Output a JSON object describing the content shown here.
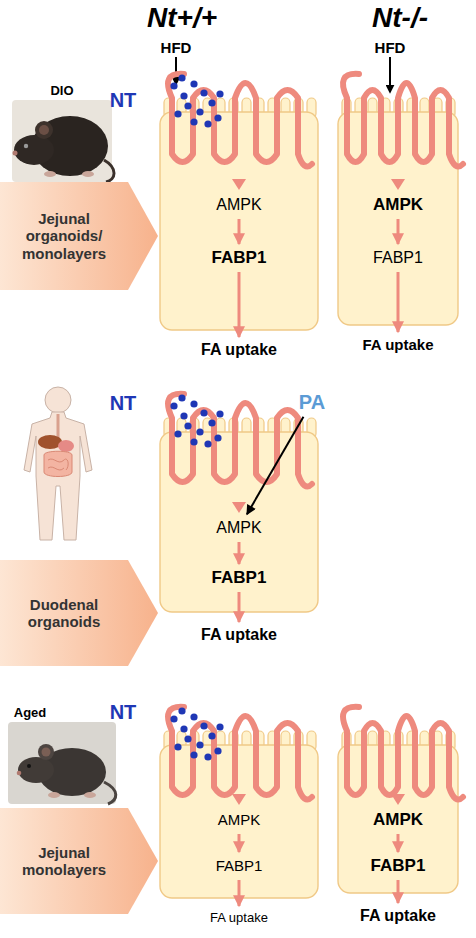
{
  "diagram": {
    "nodes": [
      {
        "text": [
          "Jejunal organoids/ monolayers"
        ]
      },
      {
        "text": [
          "AMPK"
        ]
      },
      {
        "text": [
          "FABP1"
        ]
      },
      {
        "text": [
          "FA uptake"
        ]
      },
      {
        "text": [
          "AMPK"
        ]
      },
      {
        "text": [
          "FABP1"
        ]
      },
      {
        "text": [
          "FA uptake"
        ]
      },
      {
        "text": [
          "Duodenal organoids"
        ]
      },
      {
        "text": [
          "PA"
        ]
      },
      {
        "text": [
          "AMPK"
        ]
      },
      {
        "text": [
          "FABP1"
        ]
      },
      {
        "text": [
          "FA uptake"
        ]
      },
      {
        "text": [
          "Jejunal monolayers"
        ]
      },
      {
        "text": [
          "AMPK"
        ]
      },
      {
        "text": [
          "FABP1"
        ]
      },
      {
        "text": [
          "FA uptake"
        ]
      },
      {
        "text": [
          "AMPK"
        ]
      },
      {
        "text": [
          "FABP1"
        ]
      },
      {
        "text": [
          "FA uptake"
        ]
      }
    ],
    "edges": [
      {
        "from": 1,
        "to": 2,
        "arrow": "to"
      },
      {
        "from": 2,
        "to": 3,
        "arrow": "to"
      },
      {
        "from": 4,
        "to": 5,
        "arrow": "to"
      },
      {
        "from": 5,
        "to": 6,
        "arrow": "to"
      },
      {
        "from": 8,
        "to": 9,
        "arrow": "to"
      },
      {
        "from": 9,
        "to": 10,
        "arrow": "to"
      },
      {
        "from": 10,
        "to": 11,
        "arrow": "to"
      },
      {
        "from": 13,
        "to": 14,
        "arrow": "to"
      },
      {
        "from": 14,
        "to": 15,
        "arrow": "to"
      },
      {
        "from": 16,
        "to": 17,
        "arrow": "to"
      },
      {
        "from": 17,
        "to": 18,
        "arrow": "to"
      }
    ],
    "labels": [
      "Nt+/+",
      "Nt-/-",
      "HFD",
      "HFD",
      "DIO",
      "NT",
      "NT",
      "Aged",
      "NT"
    ]
  }
}
